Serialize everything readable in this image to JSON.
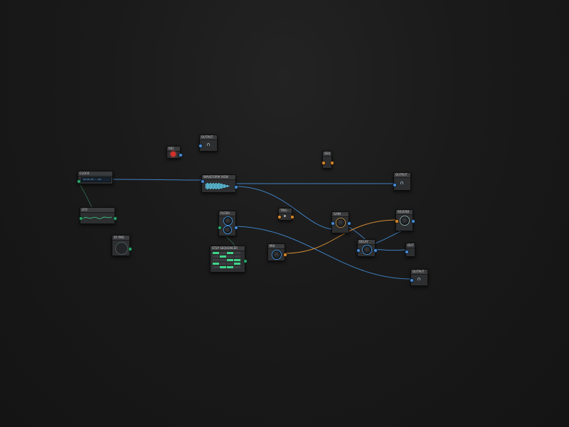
{
  "canvas": {
    "background_color": "#181818",
    "wire_blue": "#3f7fbf",
    "wire_orange": "#d08a35",
    "wire_green": "#2f6e4f"
  },
  "nodes": {
    "clock": {
      "title": "CLOCK",
      "readout": "00:00:00  ◦ 120"
    },
    "lfo": {
      "title": "LFO"
    },
    "pad": {
      "title": "XY PAD"
    },
    "record": {
      "title": "REC"
    },
    "output_top": {
      "title": "OUTPUT"
    },
    "waveform": {
      "title": "WAVEFORM VIEW"
    },
    "sequencer_tag": {
      "title": "SEQ"
    },
    "output_right": {
      "title": "OUTPUT"
    },
    "filter": {
      "title": "FILTER"
    },
    "grid": {
      "title": "STEP SEQUENCER"
    },
    "trigger": {
      "title": "TRIG"
    },
    "gain": {
      "title": "GAIN"
    },
    "mix": {
      "title": "MIX"
    },
    "delay": {
      "title": "DELAY"
    },
    "reverb": {
      "title": "REVERB"
    },
    "send": {
      "title": "OUT"
    },
    "output_bottom": {
      "title": "OUTPUT"
    }
  },
  "icons": {
    "record": "record-icon",
    "headphones": "headphones-icon",
    "knob": "knob-icon"
  },
  "grid_pattern": [
    [
      1,
      0,
      1,
      0
    ],
    [
      0,
      1,
      0,
      0
    ],
    [
      0,
      0,
      1,
      1
    ],
    [
      1,
      0,
      0,
      1
    ],
    [
      0,
      1,
      1,
      0
    ]
  ]
}
